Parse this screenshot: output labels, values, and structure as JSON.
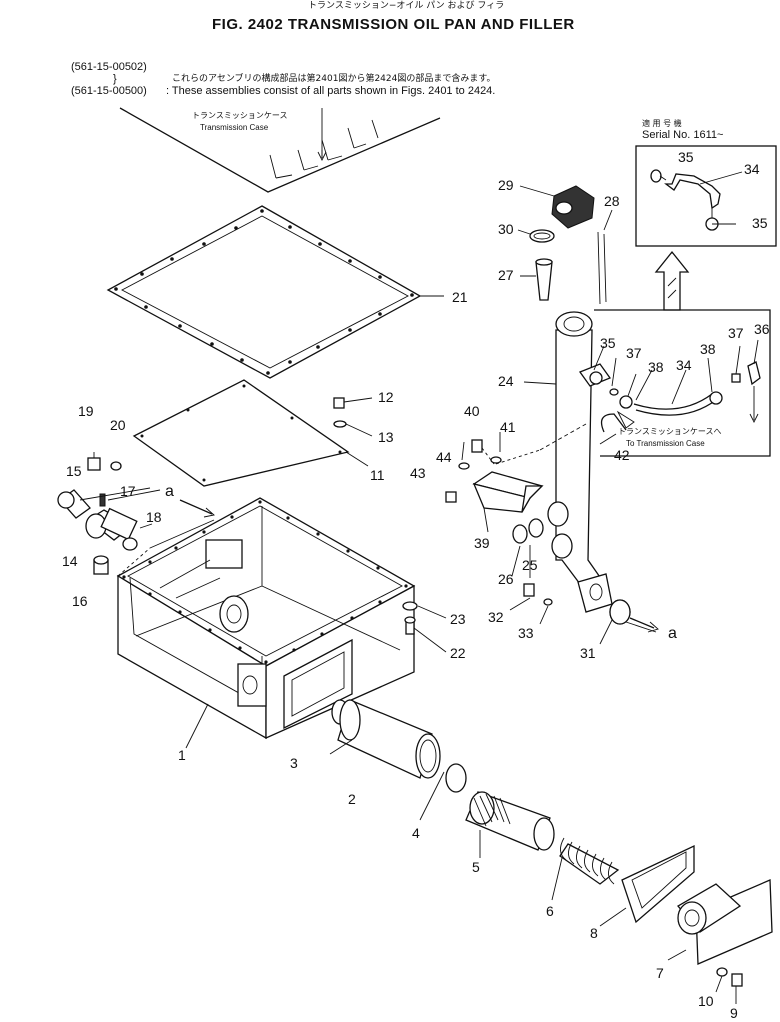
{
  "header": {
    "jp_title": "トランスミッション−オイル パン および フィラ",
    "title": "FIG. 2402   TRANSMISSION OIL PAN AND FILLER"
  },
  "note": {
    "part_a": "(561-15-00502)",
    "bracket": "}",
    "part_b": "(561-15-00500)",
    "jp_text": "これらのアセンブリの構成部品は第2401図から第2424図の部品まで含みます。",
    "en_text": ": These assemblies consist of all parts shown in Figs. 2401 to 2424."
  },
  "case_label": {
    "jp": "トランスミッションケース",
    "en": "Transmission Case"
  },
  "serial": {
    "jp": "適 用 号 機",
    "en": "Serial No. 1611~"
  },
  "to_case": {
    "jp": "トランスミッションケースへ",
    "en": "To Transmission Case"
  },
  "connector": "a",
  "callouts": [
    {
      "id": "c1",
      "label": "1"
    },
    {
      "id": "c2",
      "label": "2"
    },
    {
      "id": "c3",
      "label": "3"
    },
    {
      "id": "c4",
      "label": "4"
    },
    {
      "id": "c5",
      "label": "5"
    },
    {
      "id": "c6",
      "label": "6"
    },
    {
      "id": "c7",
      "label": "7"
    },
    {
      "id": "c8",
      "label": "8"
    },
    {
      "id": "c9",
      "label": "9"
    },
    {
      "id": "c10",
      "label": "10"
    },
    {
      "id": "c11",
      "label": "11"
    },
    {
      "id": "c12",
      "label": "12"
    },
    {
      "id": "c13",
      "label": "13"
    },
    {
      "id": "c14",
      "label": "14"
    },
    {
      "id": "c15",
      "label": "15"
    },
    {
      "id": "c16",
      "label": "16"
    },
    {
      "id": "c17",
      "label": "17"
    },
    {
      "id": "c18",
      "label": "18"
    },
    {
      "id": "c19",
      "label": "19"
    },
    {
      "id": "c20",
      "label": "20"
    },
    {
      "id": "c21",
      "label": "21"
    },
    {
      "id": "c22",
      "label": "22"
    },
    {
      "id": "c23",
      "label": "23"
    },
    {
      "id": "c24",
      "label": "24"
    },
    {
      "id": "c25",
      "label": "25"
    },
    {
      "id": "c26",
      "label": "26"
    },
    {
      "id": "c27",
      "label": "27"
    },
    {
      "id": "c28",
      "label": "28"
    },
    {
      "id": "c29",
      "label": "29"
    },
    {
      "id": "c30",
      "label": "30"
    },
    {
      "id": "c31",
      "label": "31"
    },
    {
      "id": "c32",
      "label": "32"
    },
    {
      "id": "c33",
      "label": "33"
    },
    {
      "id": "c34a",
      "label": "34"
    },
    {
      "id": "c35a",
      "label": "35"
    },
    {
      "id": "c35b",
      "label": "35"
    },
    {
      "id": "c34b",
      "label": "34"
    },
    {
      "id": "c35c",
      "label": "35"
    },
    {
      "id": "c36",
      "label": "36"
    },
    {
      "id": "c37a",
      "label": "37"
    },
    {
      "id": "c37b",
      "label": "37"
    },
    {
      "id": "c38a",
      "label": "38"
    },
    {
      "id": "c38b",
      "label": "38"
    },
    {
      "id": "c39",
      "label": "39"
    },
    {
      "id": "c40",
      "label": "40"
    },
    {
      "id": "c41",
      "label": "41"
    },
    {
      "id": "c42",
      "label": "42"
    },
    {
      "id": "c43",
      "label": "43"
    },
    {
      "id": "c44",
      "label": "44"
    }
  ]
}
